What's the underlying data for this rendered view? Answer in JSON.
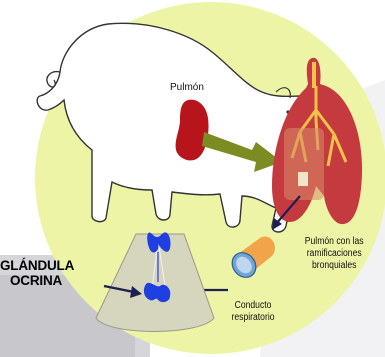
{
  "labels": {
    "lung": "Pulmón",
    "lung_branches": [
      "Pulmón con las",
      "ramificaciones",
      "bronquiales"
    ],
    "duct": [
      "Conducto",
      "respiratorio"
    ],
    "gland": [
      "GLÁNDULA",
      "OCRINA"
    ]
  },
  "colors": {
    "circle": "#eef4a6",
    "pig_outline": "#333333",
    "lung_in_pig": "#b8141b",
    "lung_organ": "#c53a3e",
    "arrow_olive": "#7d8b23",
    "arrow_dark": "#1b1f54",
    "gland_blue": "#1f3fe0",
    "cone": "#d6d6bf",
    "grey_panel": "#cfcfd4",
    "duct_orange": "#f2a44a",
    "duct_blue": "#6fa6d9"
  }
}
